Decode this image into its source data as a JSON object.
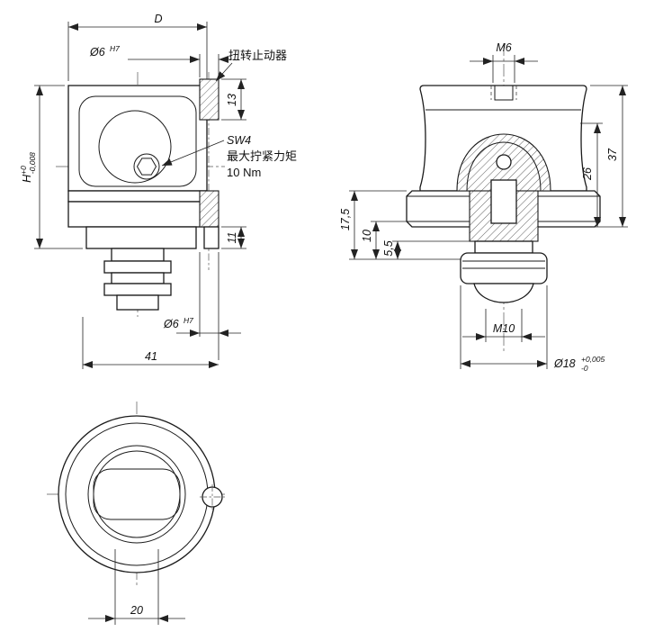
{
  "drawing": {
    "front_view": {
      "dim_d": "D",
      "d6_top_value": "Ø6",
      "d6_top_fit": "H7",
      "torsion_stop_label": "扭转止动器",
      "dim_13": "13",
      "sw4_label": "SW4",
      "torque_line1": "最大拧紧力矩",
      "torque_line2": "10 Nm",
      "dim_h": "H",
      "dim_h_tol_upper": "+0",
      "dim_h_tol_lower": "-0,008",
      "dim_11": "11",
      "d6_bottom_value": "Ø6",
      "d6_bottom_fit": "H7",
      "dim_41": "41"
    },
    "side_view": {
      "dim_m6": "M6",
      "dim_37": "37",
      "dim_26": "26",
      "dim_17_5": "17,5",
      "dim_10": "10",
      "dim_5_5": "5,5",
      "dim_m10": "M10",
      "d18_value": "Ø18",
      "d18_tol_upper": "+0,005",
      "d18_tol_lower": "-0"
    },
    "bottom_view": {
      "dim_20": "20"
    }
  }
}
